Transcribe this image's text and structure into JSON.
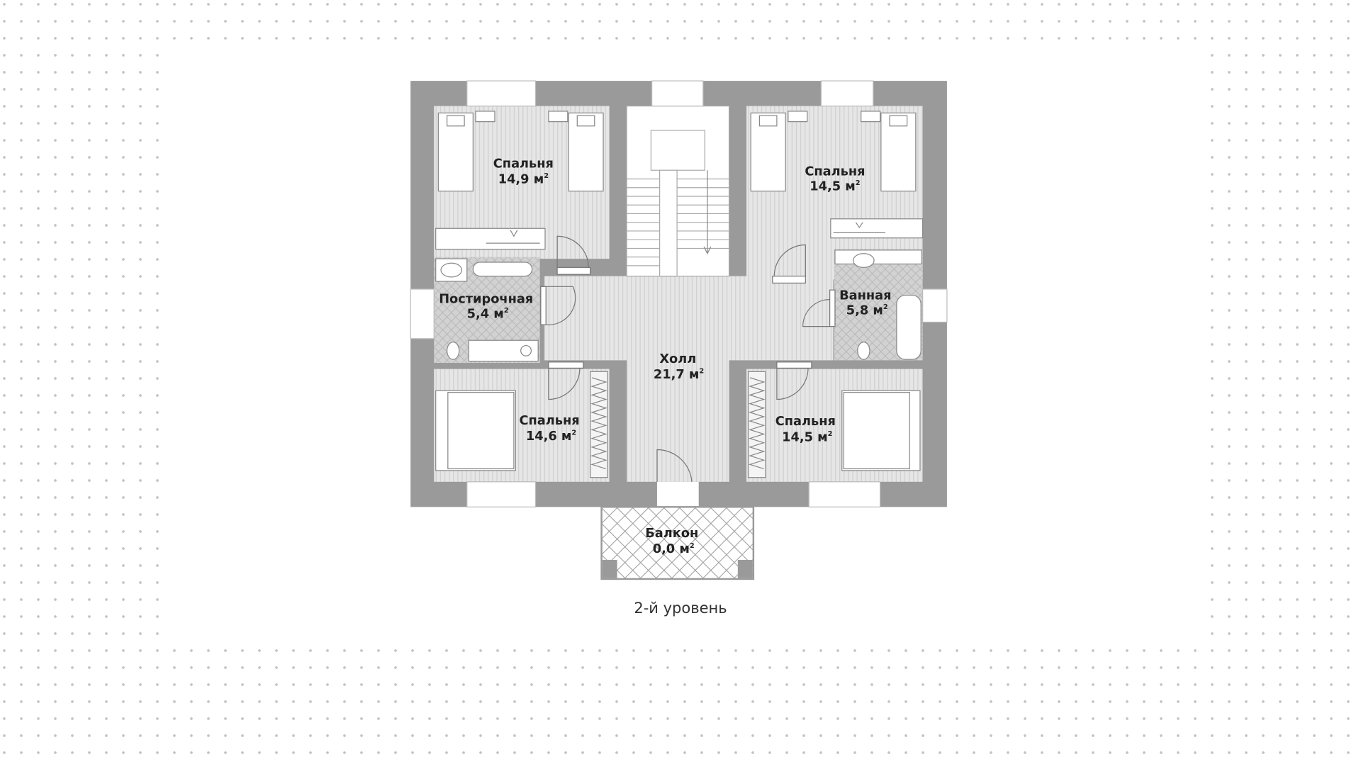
{
  "plan": {
    "caption": "2-й уровень",
    "rooms": {
      "bedroom_tl": {
        "name": "Спальня",
        "area": "14,9 м",
        "unit_sup": "2"
      },
      "bedroom_tr": {
        "name": "Спальня",
        "area": "14,5 м",
        "unit_sup": "2"
      },
      "laundry": {
        "name": "Постирочная",
        "area": "5,4 м",
        "unit_sup": "2"
      },
      "bathroom": {
        "name": "Ванная",
        "area": "5,8 м",
        "unit_sup": "2"
      },
      "hall": {
        "name": "Холл",
        "area": "21,7 м",
        "unit_sup": "2"
      },
      "bedroom_bl": {
        "name": "Спальня",
        "area": "14,6 м",
        "unit_sup": "2"
      },
      "bedroom_br": {
        "name": "Спальня",
        "area": "14,5 м",
        "unit_sup": "2"
      },
      "balcony": {
        "name": "Балкон",
        "area": "0,0 м",
        "unit_sup": "2"
      }
    }
  },
  "colors": {
    "wall": "#9a9a9a",
    "floor": "#e4e4e4",
    "dots": "#c4c4c4"
  }
}
